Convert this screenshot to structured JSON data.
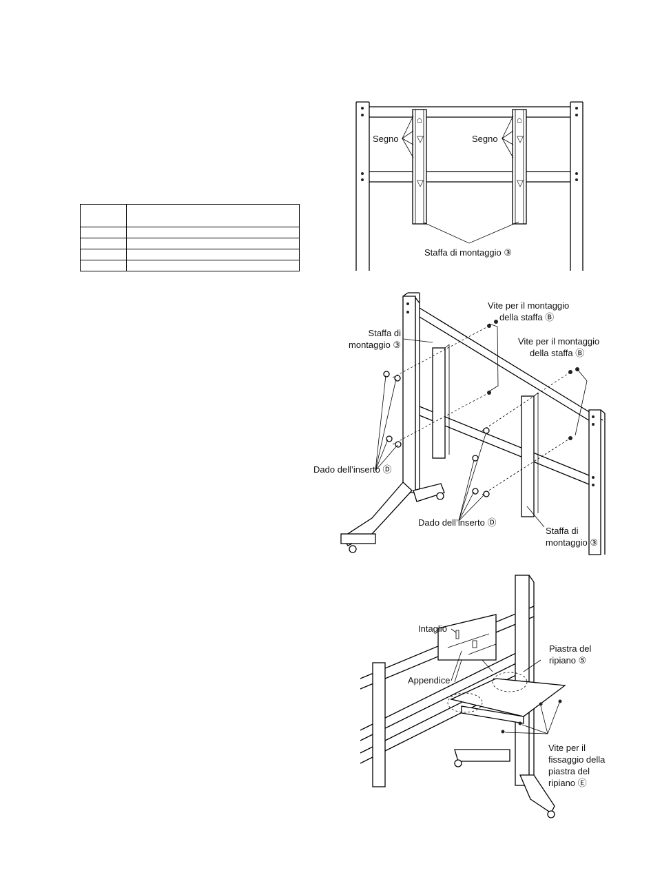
{
  "spec_table": {
    "rows": 5,
    "columns": 2
  },
  "figure1": {
    "mark_left": "Segno",
    "mark_right": "Segno",
    "bracket": "Staffa di montaggio ③"
  },
  "figure2": {
    "bracket_top_l1": "Staffa di",
    "bracket_top_l2": "montaggio ③",
    "screws1_l1": "Vite per il montaggio",
    "screws1_l2": "della staffa Ⓑ",
    "screws2_l1": "Vite per il montaggio",
    "screws2_l2": "della staffa Ⓑ",
    "nut_left": "Dado dell’inserto Ⓓ",
    "nut_bottom": "Dado dell’inserto Ⓓ",
    "bracket_bottom_l1": "Staffa di",
    "bracket_bottom_l2": "montaggio ③"
  },
  "figure3": {
    "notch": "Intaglio",
    "tab": "Appendice",
    "plate_l1": "Piastra del",
    "plate_l2": "ripiano ⑤",
    "screws_l1": "Vite per il",
    "screws_l2": "fissaggio della",
    "screws_l3": "piastra del",
    "screws_l4": "ripiano Ⓔ"
  }
}
